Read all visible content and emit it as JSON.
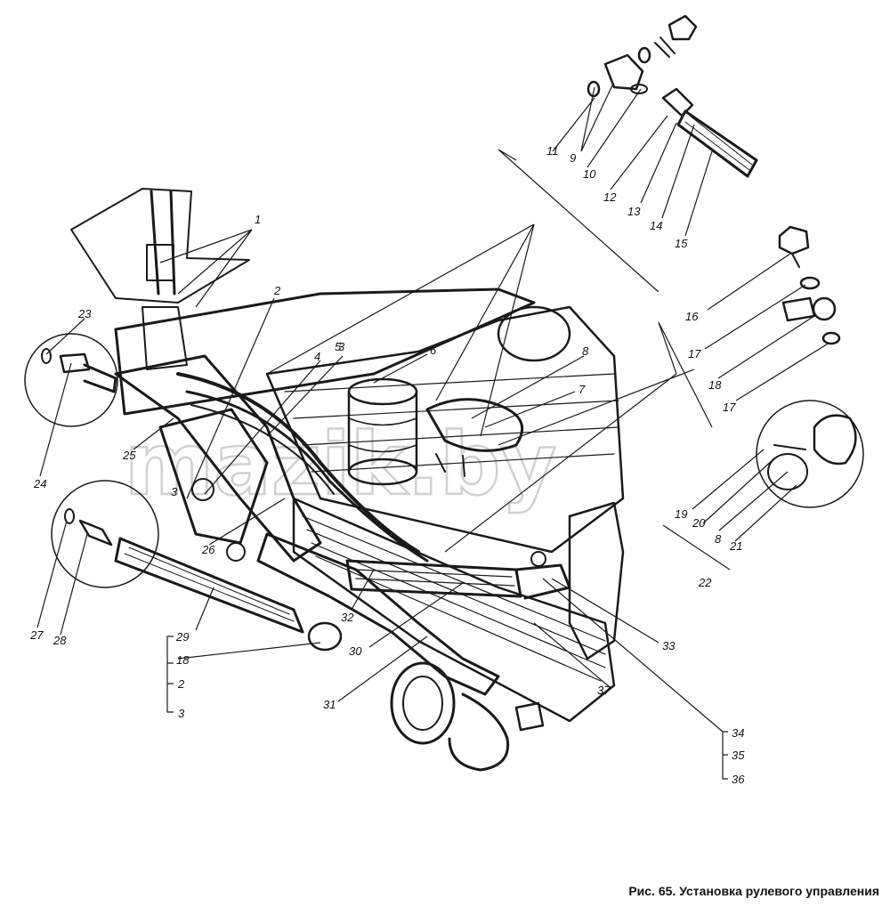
{
  "caption": "Рис. 65. Установка рулевого управления",
  "watermark": "mazik.by",
  "callouts": {
    "c1": "1",
    "c2": "2",
    "c3": "3",
    "c4": "4",
    "c5": "5",
    "c6": "6",
    "c7": "7",
    "c8": "8",
    "c9": "9",
    "c10": "10",
    "c11": "11",
    "c12": "12",
    "c13": "13",
    "c14": "14",
    "c15": "15",
    "c16": "16",
    "c17a": "17",
    "c18": "18",
    "c17b": "17",
    "c19": "19",
    "c20": "20",
    "c8b": "8",
    "c21": "21",
    "c22": "22",
    "c23": "23",
    "c24": "24",
    "c25": "25",
    "c3b": "3",
    "c26": "26",
    "c27": "27",
    "c28": "28",
    "c29": "29",
    "c18b": "18",
    "c2b": "2",
    "c3c": "3",
    "c32": "32",
    "c30": "30",
    "c31": "31",
    "c33": "33",
    "c37": "37",
    "c34": "34",
    "c35": "35",
    "c36": "36"
  }
}
